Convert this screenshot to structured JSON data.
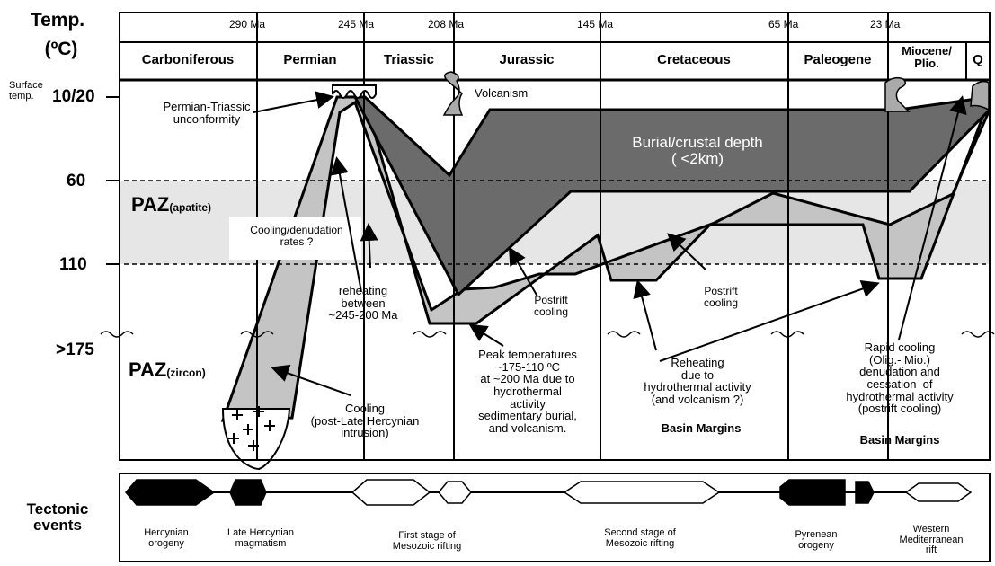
{
  "yaxis": {
    "title_line1": "Temp.",
    "title_line2": "(ºC)",
    "surface_label": "Surface\ntemp.",
    "tick_surface": "10/20",
    "tick_60": "60",
    "tick_110": "110",
    "tick_175": ">175"
  },
  "time_ticks": [
    "290 Ma",
    "245 Ma",
    "208 Ma",
    "145 Ma",
    "65 Ma",
    "23 Ma"
  ],
  "periods": [
    "Carboniferous",
    "Permian",
    "Triassic",
    "Jurassic",
    "Cretaceous",
    "Paleogene",
    "Miocene/\nPlio.",
    "Q"
  ],
  "zones": {
    "paz_apatite_main": "PAZ",
    "paz_apatite_sub": "(apatite)",
    "paz_zircon_main": "PAZ",
    "paz_zircon_sub": "(zircon)",
    "burial": "Burial/crustal depth\n( <2km)"
  },
  "annotations": {
    "unconformity": "Permian-Triassic\nunconformity",
    "volcanism": "Volcanism",
    "cooling_rates": "Cooling/denudation\nrates ?",
    "reheating": "reheating\nbetween\n~245-200 Ma",
    "postrift1": "Postrift\ncooling",
    "postrift2": "Postrift\ncooling",
    "peak": "Peak temperatures\n~175-110 ºC\nat ~200 Ma due to\nhydrothermal\nactivity\nsedimentary burial,\nand volcanism.",
    "cooling_intrusion": "Cooling\n(post-Late Hercynian\nintrusion)",
    "reheating_hydro": "Reheating\ndue to\nhydrothermal activity\n(and volcanism ?)",
    "basin_margins_1": "Basin Margins",
    "rapid_cooling": "Rapid cooling\n(Olig.- Mio.)\ndenudation and\ncessation  of\nhydrothermal activity\n(postrift cooling)",
    "basin_margins_2": "Basin Margins"
  },
  "tectonic": {
    "title": "Tectonic\nevents",
    "events": [
      "Hercynian\norogeny",
      "Late Hercynian\nmagmatism",
      "First stage of\nMesozoic rifting",
      "Second stage of\nMesozoic rifting",
      "Pyrenean\norogeny",
      "Western\nMediterranean\nrift"
    ]
  },
  "colors": {
    "dark_path": "#6b6b6b",
    "light_path": "#c4c4c4",
    "paz_band": "#e6e6e6"
  }
}
